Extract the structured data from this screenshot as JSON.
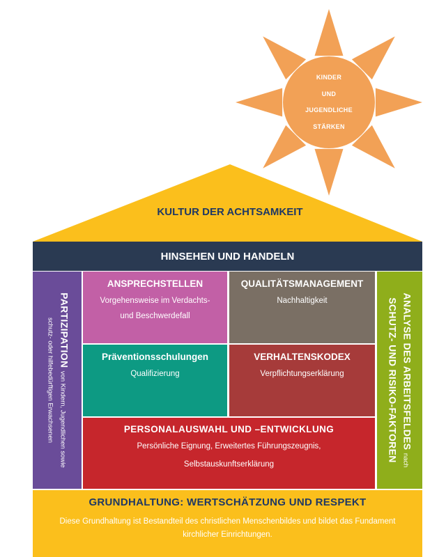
{
  "colors": {
    "sun": "#f2a156",
    "roof": "#fbbf1c",
    "beam": "#2a3a52",
    "partizipation": "#6a4c99",
    "analyse": "#8fae1b",
    "ansprechstellen": "#c260a6",
    "qualitaetsmanagement": "#7a6f64",
    "praeventionsschulungen": "#0d9a83",
    "verhaltenskodex": "#a63b3a",
    "personalauswahl": "#c6262c",
    "foundation": "#fbbf1c",
    "title_text": "#1f3864"
  },
  "sun": {
    "lines": [
      "KINDER",
      "UND",
      "JUGENDLICHE",
      "STÄRKEN"
    ]
  },
  "roof": {
    "title": "KULTUR DER ACHTSAMKEIT"
  },
  "beam": {
    "title": "HINSEHEN UND HANDELN"
  },
  "left_pillar": {
    "title": "PARTIZIPATION",
    "text_line1": "von Kindern, Jugendlichen sowie",
    "text_line2": "schutz- oder hilfebedürftigen Erwachsenen"
  },
  "right_pillar": {
    "line1": "ANALYSE DES ARBEITSFELDES",
    "line1_suffix": "nach",
    "line2": "SCHUTZ- UND RISIKO-FAKTOREN"
  },
  "boxes": {
    "ansprechstellen": {
      "title": "ANSPRECHSTELLEN",
      "line1": "Vorgehensweise im Verdachts-",
      "line2": "und Beschwerdefall"
    },
    "qualitaetsmanagement": {
      "title": "QUALITÄTSMANAGEMENT",
      "line1": "Nachhaltigkeit"
    },
    "praeventionsschulungen": {
      "title": "Präventionsschulungen",
      "line1": "Qualifizierung"
    },
    "verhaltenskodex": {
      "title": "VERHALTENSKODEX",
      "line1": "Verpflichtungserklärung"
    },
    "personalauswahl": {
      "title": "PERSONALAUSWAHL UND –ENTWICKLUNG",
      "line1": "Persönliche Eignung, Erweitertes Führungszeugnis,",
      "line2": "Selbstauskunftserklärung"
    }
  },
  "foundation": {
    "title": "GRUNDHALTUNG: WERTSCHÄTZUNG UND RESPEKT",
    "text": "Diese Grundhaltung ist Bestandteil des christlichen Menschenbildes und bildet das Fundament kirchlicher Einrichtungen."
  }
}
